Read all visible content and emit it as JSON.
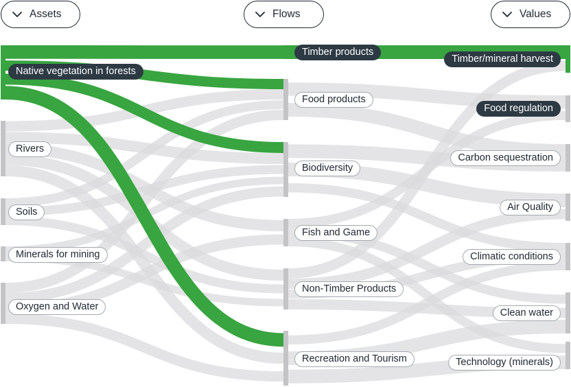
{
  "columns": {
    "assets": "Assets",
    "flows": "Flows",
    "values": "Values"
  },
  "colors": {
    "highlight": "#38a540",
    "link": "#d9d9dc",
    "node": "#c4c4c7",
    "label_dark": "#2d3a44"
  },
  "icons": {
    "column_toggle": "chevron-down-icon"
  },
  "chart_data": {
    "type": "sankey",
    "nodes": [
      {
        "id": "native-vegetation",
        "column": "assets",
        "label": "Native vegetation in forests",
        "highlighted": true
      },
      {
        "id": "rivers",
        "column": "assets",
        "label": "Rivers",
        "highlighted": false
      },
      {
        "id": "soils",
        "column": "assets",
        "label": "Soils",
        "highlighted": false
      },
      {
        "id": "minerals-for-mining",
        "column": "assets",
        "label": "Minerals for mining",
        "highlighted": false
      },
      {
        "id": "oxygen-and-water",
        "column": "assets",
        "label": "Oxygen and Water",
        "highlighted": false
      },
      {
        "id": "timber-products",
        "column": "flows",
        "label": "Timber products",
        "highlighted": true
      },
      {
        "id": "food-products",
        "column": "flows",
        "label": "Food products",
        "highlighted": false
      },
      {
        "id": "biodiversity",
        "column": "flows",
        "label": "Biodiversity",
        "highlighted": false
      },
      {
        "id": "fish-and-game",
        "column": "flows",
        "label": "Fish and Game",
        "highlighted": false
      },
      {
        "id": "non-timber-products",
        "column": "flows",
        "label": "Non-Timber Products",
        "highlighted": false
      },
      {
        "id": "recreation-and-tourism",
        "column": "flows",
        "label": "Recreation and Tourism",
        "highlighted": false
      },
      {
        "id": "timber-mineral-harvest",
        "column": "values",
        "label": "Timber/mineral harvest",
        "highlighted": true
      },
      {
        "id": "food-regulation",
        "column": "values",
        "label": "Food regulation",
        "highlighted": true
      },
      {
        "id": "carbon-sequestration",
        "column": "values",
        "label": "Carbon sequestration",
        "highlighted": false
      },
      {
        "id": "air-quality",
        "column": "values",
        "label": "Air Quality",
        "highlighted": false
      },
      {
        "id": "climatic-conditions",
        "column": "values",
        "label": "Climatic conditions",
        "highlighted": false
      },
      {
        "id": "clean-water",
        "column": "values",
        "label": "Clean water",
        "highlighted": false
      },
      {
        "id": "technology-minerals",
        "column": "values",
        "label": "Technology (minerals)",
        "highlighted": false
      }
    ],
    "links": [
      {
        "source": "native-vegetation",
        "target": "timber-products",
        "highlighted": true
      },
      {
        "source": "native-vegetation",
        "target": "food-products",
        "highlighted": true
      },
      {
        "source": "native-vegetation",
        "target": "biodiversity",
        "highlighted": true
      },
      {
        "source": "native-vegetation",
        "target": "recreation-and-tourism",
        "highlighted": true
      },
      {
        "source": "rivers",
        "target": "food-products",
        "highlighted": false
      },
      {
        "source": "rivers",
        "target": "biodiversity",
        "highlighted": false
      },
      {
        "source": "rivers",
        "target": "fish-and-game",
        "highlighted": false
      },
      {
        "source": "rivers",
        "target": "non-timber-products",
        "highlighted": false
      },
      {
        "source": "rivers",
        "target": "recreation-and-tourism",
        "highlighted": false
      },
      {
        "source": "soils",
        "target": "food-products",
        "highlighted": false
      },
      {
        "source": "soils",
        "target": "biodiversity",
        "highlighted": false
      },
      {
        "source": "soils",
        "target": "non-timber-products",
        "highlighted": false
      },
      {
        "source": "minerals-for-mining",
        "target": "biodiversity",
        "highlighted": false
      },
      {
        "source": "minerals-for-mining",
        "target": "non-timber-products",
        "highlighted": false
      },
      {
        "source": "oxygen-and-water",
        "target": "food-products",
        "highlighted": false
      },
      {
        "source": "oxygen-and-water",
        "target": "biodiversity",
        "highlighted": false
      },
      {
        "source": "oxygen-and-water",
        "target": "fish-and-game",
        "highlighted": false
      },
      {
        "source": "oxygen-and-water",
        "target": "recreation-and-tourism",
        "highlighted": false
      },
      {
        "source": "timber-products",
        "target": "timber-mineral-harvest",
        "highlighted": true
      },
      {
        "source": "food-products",
        "target": "food-regulation",
        "highlighted": false
      },
      {
        "source": "food-products",
        "target": "carbon-sequestration",
        "highlighted": false
      },
      {
        "source": "biodiversity",
        "target": "carbon-sequestration",
        "highlighted": false
      },
      {
        "source": "biodiversity",
        "target": "air-quality",
        "highlighted": false
      },
      {
        "source": "biodiversity",
        "target": "climatic-conditions",
        "highlighted": false
      },
      {
        "source": "fish-and-game",
        "target": "food-regulation",
        "highlighted": false
      },
      {
        "source": "fish-and-game",
        "target": "clean-water",
        "highlighted": false
      },
      {
        "source": "fish-and-game",
        "target": "technology-minerals",
        "highlighted": false
      },
      {
        "source": "non-timber-products",
        "target": "timber-mineral-harvest",
        "highlighted": false
      },
      {
        "source": "non-timber-products",
        "target": "air-quality",
        "highlighted": false
      },
      {
        "source": "non-timber-products",
        "target": "climatic-conditions",
        "highlighted": false
      },
      {
        "source": "non-timber-products",
        "target": "clean-water",
        "highlighted": false
      },
      {
        "source": "recreation-and-tourism",
        "target": "climatic-conditions",
        "highlighted": false
      },
      {
        "source": "recreation-and-tourism",
        "target": "clean-water",
        "highlighted": false
      },
      {
        "source": "recreation-and-tourism",
        "target": "technology-minerals",
        "highlighted": false
      }
    ]
  }
}
